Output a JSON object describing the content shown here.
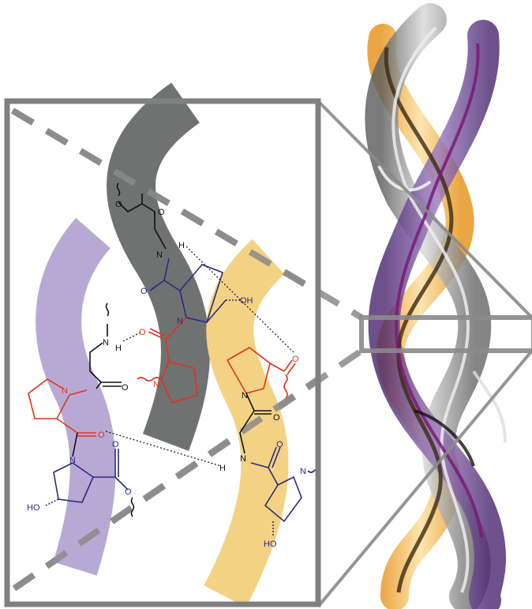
{
  "labels": {
    "o": "O",
    "n": "N",
    "h": "H",
    "oh": "OH",
    "ho": "HO"
  },
  "colors": {
    "strand_gray": "#6f7271",
    "strand_purple": "#b8a9d4",
    "strand_yellow": "#f3d283",
    "frame": "#808080",
    "red": "#e0331f",
    "blue": "#2f2a7e",
    "black": "#111111",
    "helix_gray": "#9a9a9a",
    "helix_purple": "#6a3c8f",
    "helix_yellow": "#f4b84a"
  },
  "icons": {
    "wavy_bond": "wavy-bond-icon"
  }
}
